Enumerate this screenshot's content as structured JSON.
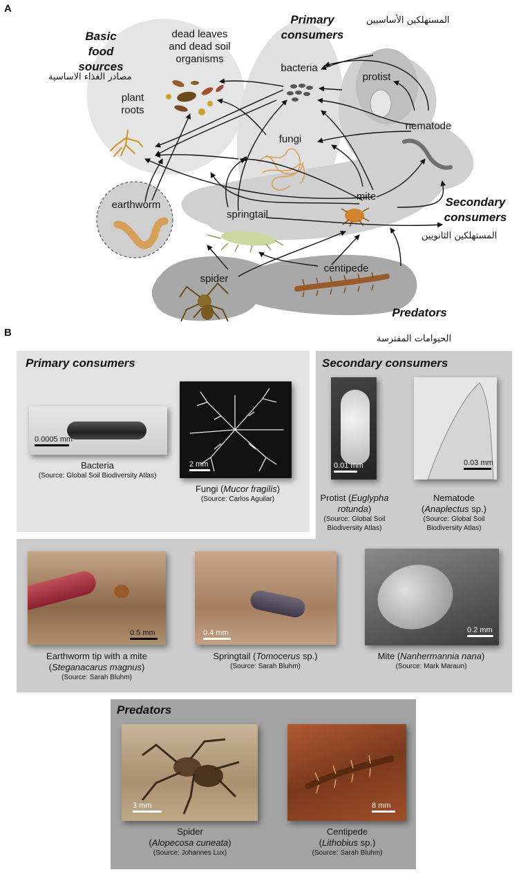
{
  "panel_a": {
    "letter": "A",
    "groups": {
      "basic": {
        "line1": "Basic",
        "line2": "food sources",
        "arabic": "مصادر الغذاء الاساسية"
      },
      "primary": {
        "line1": "Primary",
        "line2": "consumers",
        "arabic": "المستهلكين الأساسيين"
      },
      "secondary": {
        "line1": "Secondary",
        "line2": "consumers",
        "arabic": "المستهلكين الثانويين"
      },
      "predators": {
        "label": "Predators",
        "arabic": "الحيوامات المفترسة"
      }
    },
    "organisms": {
      "dead_leaves": {
        "line1": "dead leaves",
        "line2": "and dead soil",
        "line3": "organisms"
      },
      "plant_roots": {
        "line1": "plant",
        "line2": "roots"
      },
      "bacteria": "bacteria",
      "fungi": "fungi",
      "protist": "protist",
      "nematode": "nematode",
      "mite": "mite",
      "springtail": "springtail",
      "earthworm": "earthworm",
      "spider": "spider",
      "centipede": "centipede"
    }
  },
  "panel_b": {
    "letter": "B",
    "primary": {
      "title": "Primary consumers",
      "bacteria": {
        "scale": "0.0005 mm",
        "name": "Bacteria",
        "source": "(Source: Global Soil Biodiversity Atlas)"
      },
      "fungi": {
        "scale": "2 mm",
        "name": "Fungi (",
        "species": "Mucor fragilis",
        "name_end": ")",
        "source": "(Source: Carlos Aguilar)"
      }
    },
    "secondary": {
      "title": "Secondary consumers",
      "protist": {
        "scale": "0.01 mm",
        "name": "Protist (",
        "species1": "Euglypha",
        "species2": "rotunda",
        "name_end": ")",
        "source1": "(Source: Global Soil",
        "source2": "Biodiversity Atlas)"
      },
      "nematode": {
        "scale": "0.03 mm",
        "name": "Nematode",
        "open": "(",
        "species": "Anaplectus",
        "name_end": " sp.)",
        "source1": "(Source: Global Soil",
        "source2": "Biodiversity Atlas)"
      }
    },
    "middle": {
      "earthworm": {
        "scale": "0.5 mm",
        "name": "Earthworm tip with a mite",
        "open": "(",
        "species": "Steganacarus magnus",
        "name_end": ")",
        "source": "(Source: Sarah Bluhm)"
      },
      "springtail": {
        "scale": "0.4 mm",
        "name": "Springtail (",
        "species": "Tomocerus",
        "name_end": " sp.)",
        "source": "(Source: Sarah Bluhm)"
      },
      "mite": {
        "scale": "0.2 mm",
        "name": "Mite (",
        "species": "Nanhermannia nana",
        "name_end": ")",
        "source": "(Source: Mark Maraun)"
      }
    },
    "predators": {
      "title": "Predators",
      "spider": {
        "scale": "3 mm",
        "name": "Spider",
        "open": "(",
        "species": "Alopecosa cuneata",
        "name_end": ")",
        "source": "(Source: Johannes Lux)"
      },
      "centipede": {
        "scale": "8 mm",
        "name": "Centipede",
        "open": "(",
        "species": "Lithobius",
        "name_end": " sp.)",
        "source": "(Source: Sarah Bluhm)"
      }
    }
  }
}
